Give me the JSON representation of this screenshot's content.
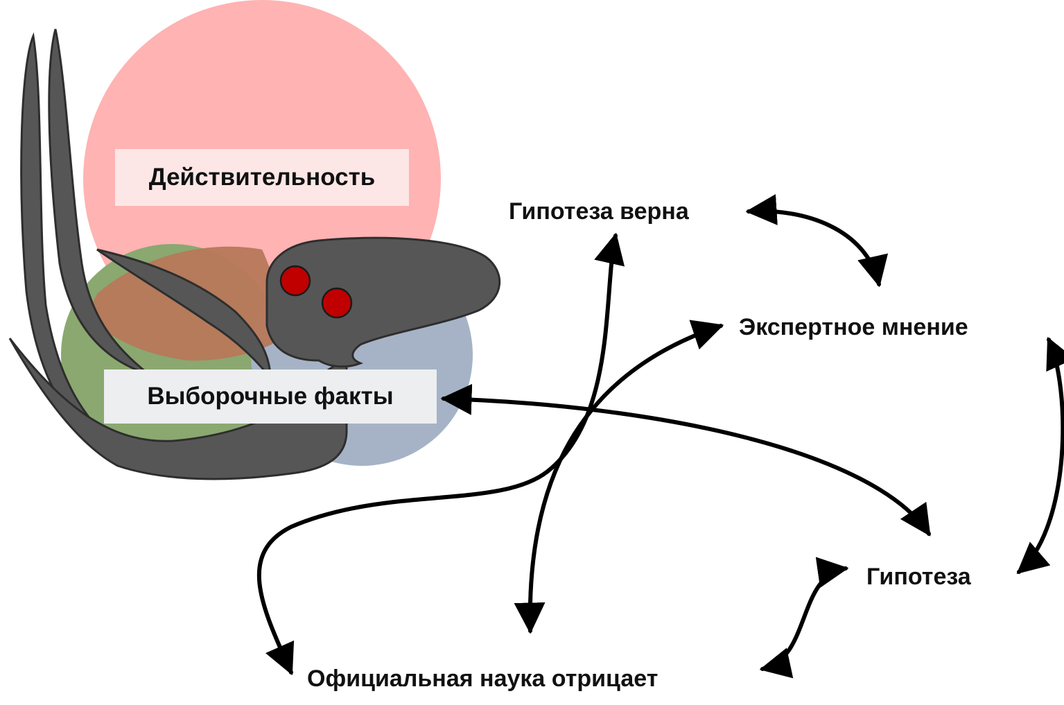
{
  "labels": {
    "reality": "Действительность",
    "sample_facts": "Выборочные факты",
    "hypothesis_true": "Гипотеза верна",
    "expert_opinion": "Экспертное мнение",
    "hypothesis": "Гипотеза",
    "official_science_denies": "Официальная наука отрицает"
  },
  "colors": {
    "reality_circle": "#ffb3b3",
    "facts_circle_green": "#8aa870",
    "facts_circle_blue": "#a6b3c6",
    "overlap_brown": "#b7785a",
    "creature_body": "#565656",
    "creature_eyes": "#c00000",
    "arrows": "#000000",
    "label_box_reality": "#fde6e6",
    "label_box_facts": "#eceeef"
  },
  "icons": [
    "creature-icon"
  ]
}
